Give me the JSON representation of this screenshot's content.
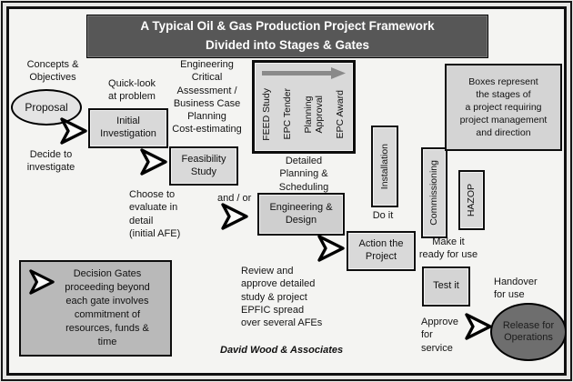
{
  "title": "A Typical Oil & Gas Production Project Framework\nDivided into Stages & Gates",
  "credit": "David Wood & Associates",
  "colors": {
    "title_bar": "#575757",
    "stage_fill": "#d9d9d9",
    "gates_note_fill": "#b9b9b9",
    "release_fill": "#6e6e6e",
    "feed_arrow": "#8a8a8a"
  },
  "annotations": {
    "concepts_objectives": "Concepts &\nObjectives",
    "quick_look": "Quick-look\nat problem",
    "decide_investigate": "Decide to\ninvestigate",
    "engineering_critical": "Engineering\nCritical\nAssessment /\nBusiness Case\nPlanning\nCost-estimating",
    "choose_evaluate": "Choose to\nevaluate in\ndetail\n(initial AFE)",
    "and_or": "and / or",
    "detailed_planning": "Detailed\nPlanning &\nScheduling",
    "do_it": "Do it",
    "make_ready": "Make it\nready for use",
    "handover": "Handover\nfor use",
    "approve_service": "Approve\nfor\nservice",
    "review_approve": "Review and\napprove detailed\nstudy & project\nEPFIC spread\nover several AFEs",
    "boxes_note": "Boxes represent\nthe stages of\na project requiring\nproject management\nand direction",
    "gates_note": "Decision Gates\nproceeding beyond\neach gate involves\ncommitment of\nresources, funds &\ntime"
  },
  "terminals": {
    "proposal": "Proposal",
    "release_operations": "Release for\nOperations"
  },
  "stages": {
    "initial_investigation": "Initial\nInvestigation",
    "feasibility_study": "Feasibility\nStudy",
    "engineering_design": "Engineering &\nDesign",
    "action_project": "Action the\nProject",
    "test_it": "Test it",
    "installation": "Installation",
    "commissioning": "Commissioning",
    "hazop": "HAZOP"
  },
  "feed_box": {
    "phases": [
      "FEED Study",
      "EPC Tender",
      "Planning\nApproval",
      "EPC Award"
    ]
  }
}
